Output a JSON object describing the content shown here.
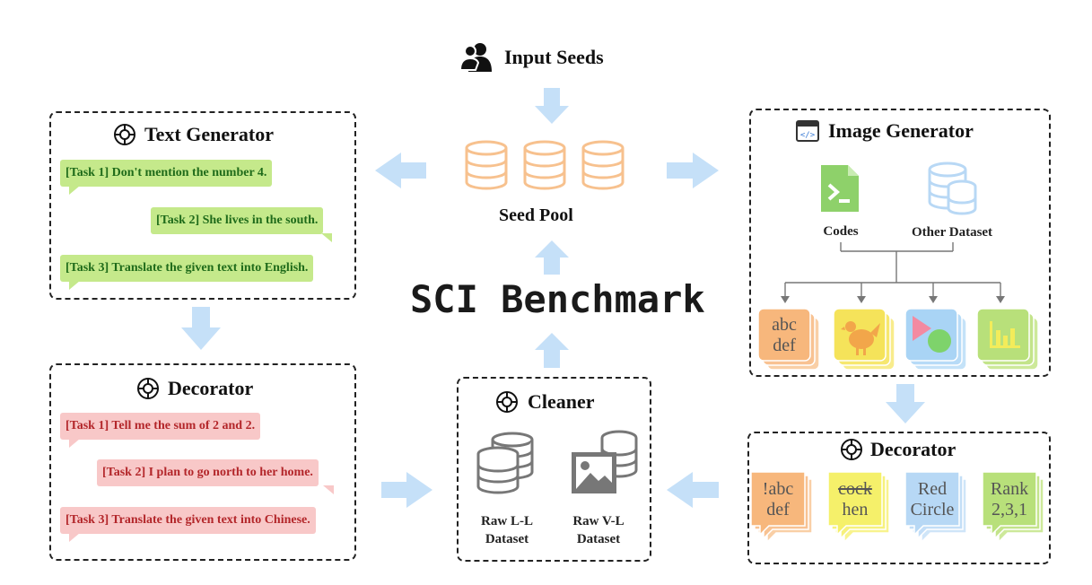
{
  "title": "SCI Benchmark",
  "input_seeds": {
    "label": "Input Seeds"
  },
  "seed_pool": {
    "label": "Seed Pool"
  },
  "text_generator": {
    "title": "Text Generator",
    "tasks": [
      "[Task 1] Don't mention the number 4.",
      "[Task 2] She lives in the south.",
      "[Task 3] Translate the given text into English."
    ]
  },
  "decorator_text": {
    "title": "Decorator",
    "tasks": [
      "[Task 1] Tell me the sum of 2 and 2.",
      "[Task 2] I plan to go north to her home.",
      "[Task 3] Translate the given text into Chinese."
    ]
  },
  "cleaner": {
    "title": "Cleaner",
    "items": [
      {
        "line1": "Raw L-L",
        "line2": "Dataset"
      },
      {
        "line1": "Raw V-L",
        "line2": "Dataset"
      }
    ]
  },
  "image_generator": {
    "title": "Image Generator",
    "sources": [
      "Codes",
      "Other Dataset"
    ],
    "cards": [
      {
        "line1": "abc",
        "line2": "def",
        "color": "#f7b77c"
      },
      {
        "icon": "chicken-icon",
        "color": "#f5e35a"
      },
      {
        "icon": "shapes-icon",
        "color": "#a9d4f5"
      },
      {
        "icon": "bar-chart-icon",
        "color": "#b8e07a"
      }
    ]
  },
  "decorator_image": {
    "title": "Decorator",
    "cards": [
      {
        "line1": "!abc",
        "line2": "def",
        "color": "#f7b77c"
      },
      {
        "line1": "cock",
        "line2": "hen",
        "color": "#f5f06a"
      },
      {
        "line1": "Red",
        "line2": "Circle",
        "color": "#b7d8f5"
      },
      {
        "line1": "Rank",
        "line2": "2,3,1",
        "color": "#b8e07a"
      }
    ]
  },
  "colors": {
    "arrow": "#c5e0f8",
    "database": "#f7c18e",
    "dataset_icon": "#b8d8f5"
  }
}
